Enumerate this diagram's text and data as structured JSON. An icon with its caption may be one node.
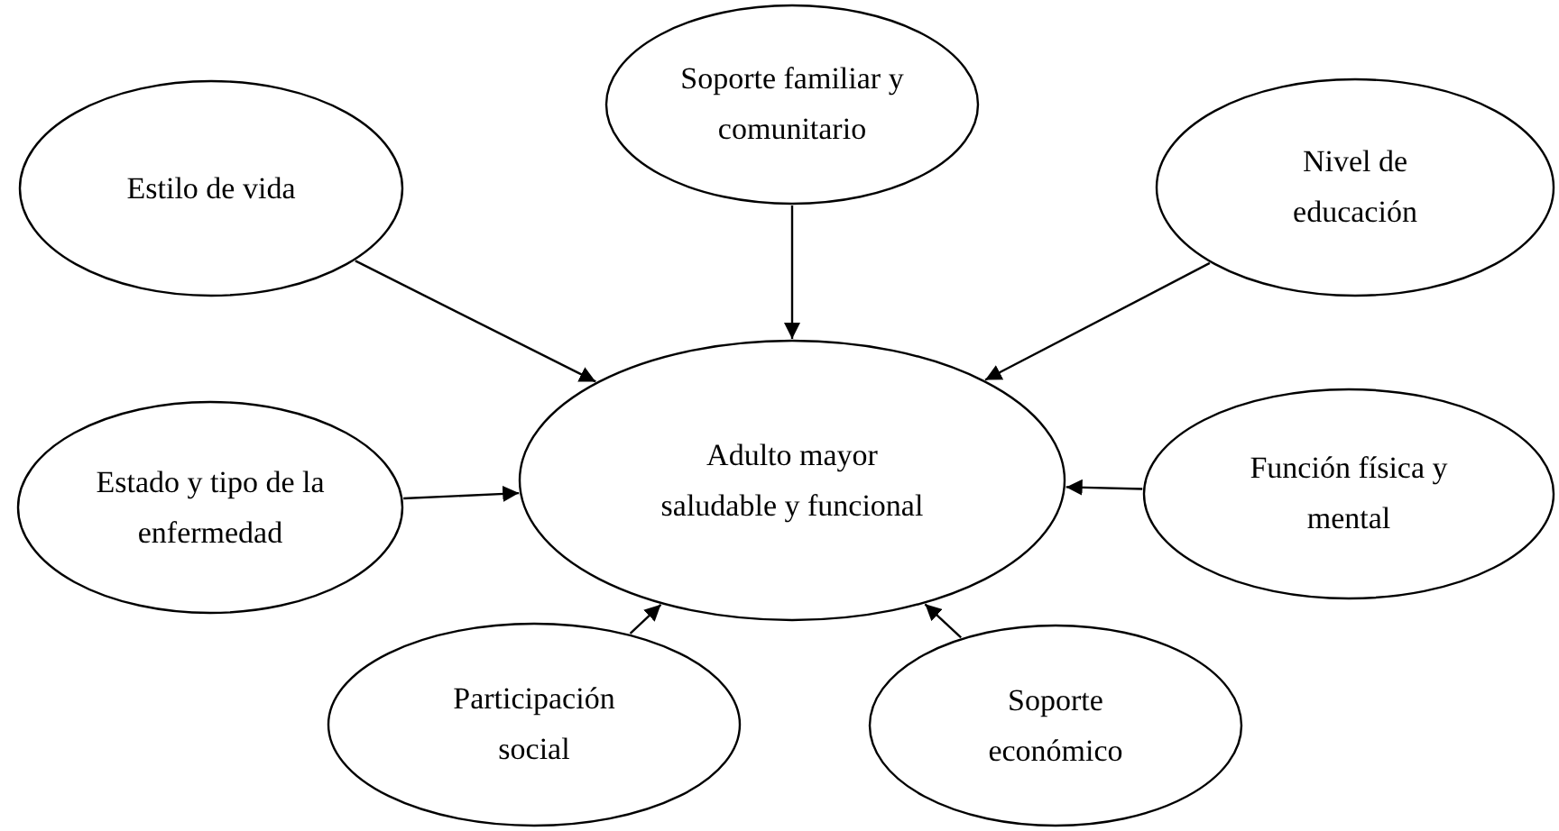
{
  "diagram": {
    "nodes": [
      {
        "text": [
          "Soporte familiar y comunitario"
        ]
      },
      {
        "text": [
          "Estilo de vida"
        ]
      },
      {
        "text": [
          "Nivel de educación"
        ]
      },
      {
        "text": [
          "Adulto mayor saludable y funcional"
        ]
      },
      {
        "text": [
          "Función física y mental"
        ]
      },
      {
        "text": [
          "Estado y tipo de la enfermedad"
        ]
      },
      {
        "text": [
          "Participación social"
        ]
      },
      {
        "text": [
          "Soporte económico"
        ]
      }
    ],
    "edges": [
      {
        "from": 0,
        "to": 3,
        "arrow": "to"
      },
      {
        "from": 1,
        "to": 3,
        "arrow": "to"
      },
      {
        "from": 2,
        "to": 3,
        "arrow": "to"
      },
      {
        "from": 4,
        "to": 3,
        "arrow": "to"
      },
      {
        "from": 5,
        "to": 3,
        "arrow": "to"
      },
      {
        "from": 6,
        "to": 3,
        "arrow": "to"
      },
      {
        "from": 7,
        "to": 3,
        "arrow": "to"
      }
    ]
  }
}
